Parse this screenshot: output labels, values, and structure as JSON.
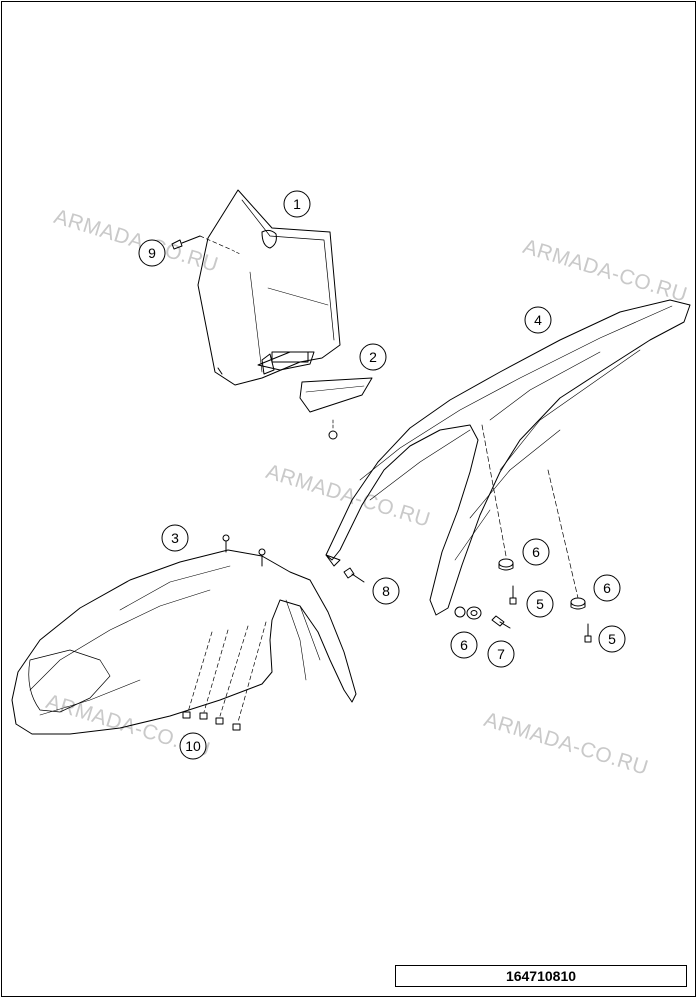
{
  "watermark": {
    "text": "ARMADA-CO.RU",
    "color": "#c9c9c9"
  },
  "callouts": [
    {
      "id": "1",
      "label": "1"
    },
    {
      "id": "2",
      "label": "2"
    },
    {
      "id": "3",
      "label": "3"
    },
    {
      "id": "4",
      "label": "4"
    },
    {
      "id": "5a",
      "label": "5"
    },
    {
      "id": "5b",
      "label": "5"
    },
    {
      "id": "6a",
      "label": "6"
    },
    {
      "id": "6b",
      "label": "6"
    },
    {
      "id": "6c",
      "label": "6"
    },
    {
      "id": "7",
      "label": "7"
    },
    {
      "id": "8",
      "label": "8"
    },
    {
      "id": "9",
      "label": "9"
    },
    {
      "id": "10",
      "label": "10"
    }
  ],
  "reference_number": "164710810"
}
